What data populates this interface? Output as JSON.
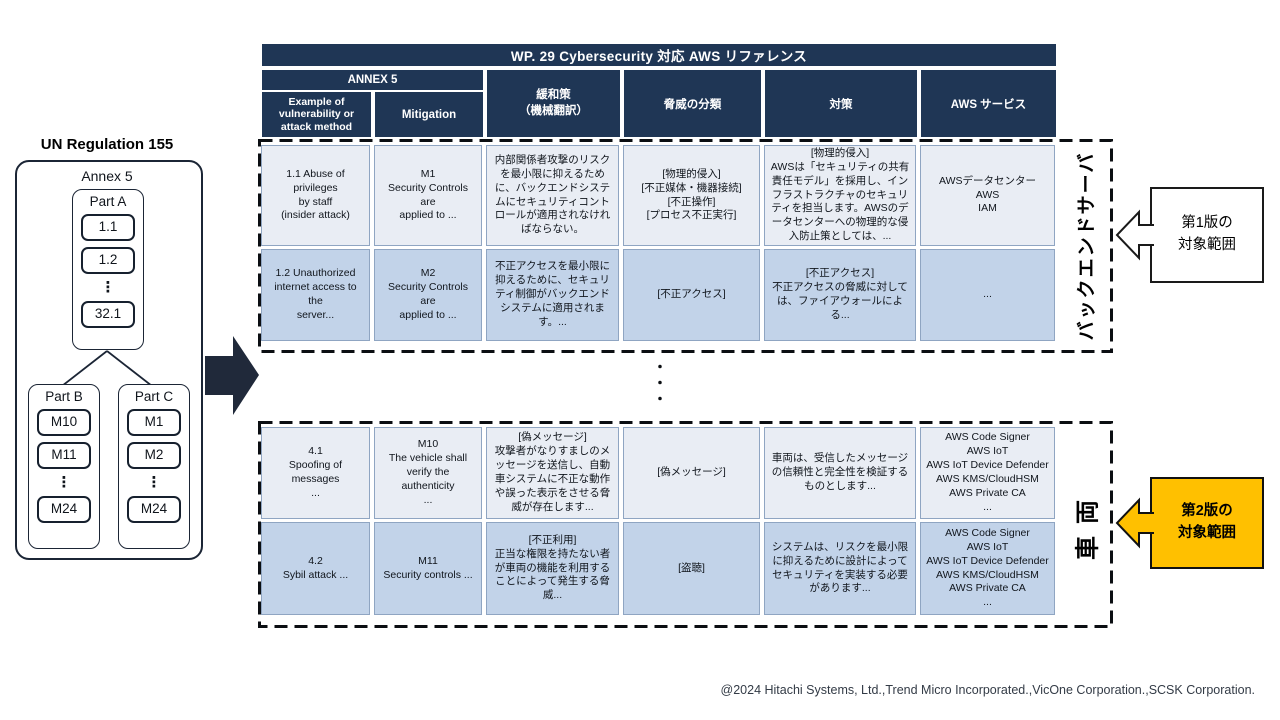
{
  "title_bar": "WP. 29 Cybersecurity 対応 AWS リファレンス",
  "left_diagram": {
    "title": "UN Regulation 155",
    "annex_label": "Annex 5",
    "parts": {
      "a": {
        "label": "Part A",
        "items": [
          "1.1",
          "1.2",
          "⋮",
          "32.1"
        ]
      },
      "b": {
        "label": "Part B",
        "items": [
          "M10",
          "M11",
          "⋮",
          "M24"
        ]
      },
      "c": {
        "label": "Part C",
        "items": [
          "M1",
          "M2",
          "⋮",
          "M24"
        ]
      }
    }
  },
  "table": {
    "annex_header": "ANNEX 5",
    "columns": [
      "Example of\nvulnerability or\nattack method",
      "Mitigation",
      "緩和策\n（機械翻訳）",
      "脅威の分類",
      "対策",
      "AWS サービス"
    ],
    "backend_rows": [
      {
        "cells": [
          "1.1 Abuse of privileges\nby staff\n(insider attack)",
          "M1\nSecurity Controls are\napplied to ...",
          "内部関係者攻撃のリスクを最小限に抑えるために、バックエンドシステムにセキュリティコントロールが適用されなければならない。",
          "[物理的侵入]\n[不正媒体・機器接続]\n[不正操作]\n[プロセス不正実行]",
          "[物理的侵入]\nAWSは「セキュリティの共有責任モデル」を採用し、インフラストラクチャのセキュリティを担当します。AWSのデータセンターへの物理的な侵入防止策としては、...",
          "AWSデータセンター\nAWS\nIAM"
        ]
      },
      {
        "cells": [
          "1.2 Unauthorized\ninternet access to the\nserver...",
          "M2\nSecurity Controls are\napplied to ...",
          "不正アクセスを最小限に抑えるために、セキュリティ制御がバックエンド\nシステムに適用されます。...",
          "[不正アクセス]",
          "[不正アクセス]\n不正アクセスの脅威に対しては、ファイアウォールによる...",
          "..."
        ]
      }
    ],
    "vehicle_rows": [
      {
        "cells": [
          "4.1\nSpoofing of messages\n...",
          "M10\nThe vehicle shall\nverify the authenticity\n...",
          "[偽メッセージ]\n攻撃者がなりすましのメッセージを送信し、自動車システムに不正な動作や誤った表示をさせる脅威が存在します...",
          "[偽メッセージ]",
          "車両は、受信したメッセージの信頼性と完全性を検証するものとします...",
          "AWS Code Signer\nAWS IoT\nAWS IoT Device Defender\nAWS KMS/CloudHSM\nAWS Private CA\n..."
        ]
      },
      {
        "cells": [
          "4.2\nSybil attack ...",
          "M11\nSecurity controls ...",
          "[不正利用]\n正当な権限を持たない者が車両の機能を利用することによって発生する脅威...",
          "[盗聴]",
          "システムは、リスクを最小限に抑えるために設計によってセキュリティを実装する必要があります...",
          "AWS Code Signer\nAWS IoT\nAWS IoT Device Defender\nAWS KMS/CloudHSM\nAWS Private CA\n..."
        ]
      }
    ]
  },
  "labels": {
    "backend_server": "バックエンドサーバ",
    "vehicle": "車両",
    "scope_v1": "第1版の\n対象範囲",
    "scope_v2": "第2版の\n対象範囲",
    "separator_dots": "・\n・\n・"
  },
  "footer": "@2024 Hitachi Systems, Ltd.,Trend Micro Incorporated.,VicOne Corporation.,SCSK Corporation.",
  "colors": {
    "navy": "#1f3655",
    "dark_arrow": "#20293a",
    "row_light": "#e9edf4",
    "row_blue": "#c2d3e9",
    "accent_orange": "#ffc000"
  }
}
